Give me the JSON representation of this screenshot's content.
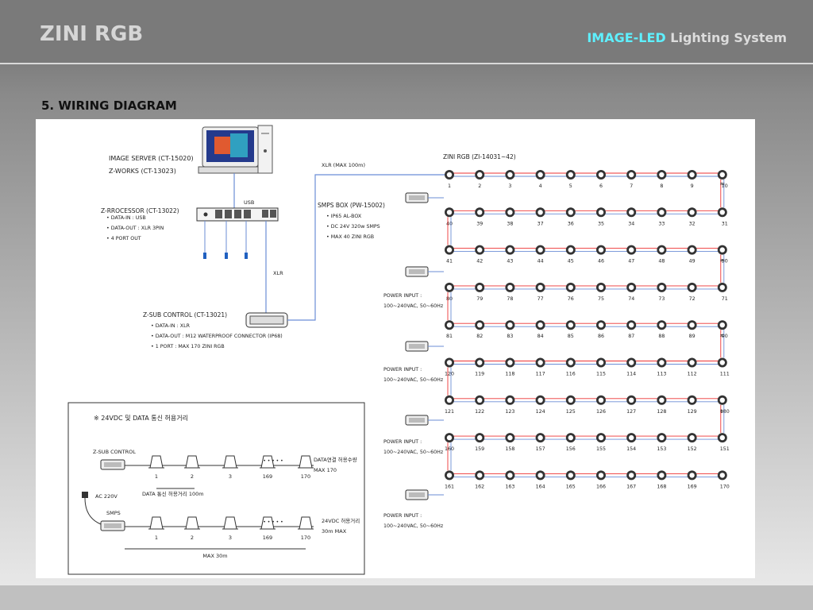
{
  "header": {
    "brand": "ZINI RGB",
    "tag_accent": "IMAGE-LED",
    "tag_rest": "Lighting System"
  },
  "section_title": "5. WIRING DIAGRAM",
  "diagram": {
    "server": {
      "line1": "IMAGE SERVER (CT-15020)",
      "line2": "Z-WORKS (CT-13023)"
    },
    "processor": {
      "title": "Z-RROCESSOR (CT-13022)",
      "bullets": [
        "DATA-IN : USB",
        "DATA-OUT : XLR 3PIN",
        "4 PORT OUT"
      ]
    },
    "usb_label": "USB",
    "xlr_label": "XLR",
    "xlr_max_label": "XLR (MAX 100m)",
    "subcontrol": {
      "title": "Z-SUB CONTROL (CT-13021)",
      "bullets": [
        "DATA-IN : XLR",
        "DATA-OUT : M12 WATERPROOF CONNECTOR (IP68)",
        "1 PORT : MAX 170   ZINI RGB"
      ]
    },
    "smps": {
      "title": "SMPS BOX (PW-15002)",
      "bullets": [
        "IP65 AL-BOX",
        "DC 24V 320w SMPS",
        "MAX 40 ZINI RGB"
      ]
    },
    "fixture_title": "ZINI RGB (ZI-14031~42)",
    "power": {
      "line1": "POWER INPUT :",
      "line2": "100~240VAC, 50~60Hz"
    },
    "rows": [
      [
        1,
        2,
        3,
        4,
        5,
        6,
        7,
        8,
        9,
        10
      ],
      [
        40,
        39,
        38,
        37,
        36,
        35,
        34,
        33,
        32,
        31
      ],
      [
        41,
        42,
        43,
        44,
        45,
        46,
        47,
        48,
        49,
        50
      ],
      [
        80,
        79,
        78,
        77,
        76,
        75,
        74,
        73,
        72,
        71
      ],
      [
        81,
        82,
        83,
        84,
        85,
        86,
        87,
        88,
        89,
        90
      ],
      [
        120,
        119,
        118,
        117,
        116,
        115,
        114,
        113,
        112,
        111
      ],
      [
        121,
        122,
        123,
        124,
        125,
        126,
        127,
        128,
        129,
        130
      ],
      [
        160,
        159,
        158,
        157,
        156,
        155,
        154,
        153,
        152,
        151
      ],
      [
        161,
        162,
        163,
        164,
        165,
        166,
        167,
        168,
        169,
        170
      ]
    ],
    "inset": {
      "title": "※ 24VDC 및 DATA 통신 허용거리",
      "subcontrol_label": "Z-SUB CONTROL",
      "nodes": [
        "1",
        "2",
        "3",
        "169",
        "170"
      ],
      "data_note1": "DATA연결 허용수량",
      "data_note2": "MAX 170",
      "data_distance": "DATA 통신 허용거리 100m",
      "ac_label": "AC 220V",
      "smps_label": "SMPS",
      "dc_note1": "24VDC 허용거리",
      "dc_note2": "30m MAX",
      "max_label": "MAX 30m"
    }
  }
}
